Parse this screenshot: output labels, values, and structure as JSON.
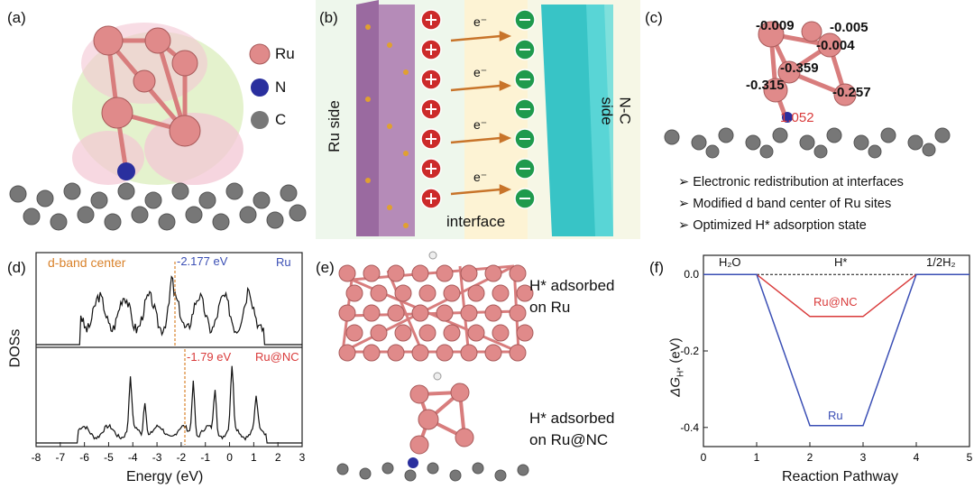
{
  "figure": {
    "panel_labels": [
      "(a)",
      "(b)",
      "(c)",
      "(d)",
      "(e)",
      "(f)"
    ],
    "colors": {
      "ru": "#e08a8a",
      "n": "#2a2f9e",
      "c": "#8a8a8a",
      "accent_orange": "#d9822b",
      "blue_line": "#3b4fb5",
      "red_line": "#d93b3b"
    }
  },
  "panel_a": {
    "legend": [
      "Ru",
      "N",
      "C"
    ]
  },
  "panel_b": {
    "left_side": "Ru side",
    "right_side": "N-C side",
    "interface": "interface",
    "electron": "e⁻",
    "plus_count": 7,
    "minus_count": 7
  },
  "panel_c": {
    "charges": [
      "-0.009",
      "-0.005",
      "-0.004",
      "-0.359",
      "-0.315",
      "-0.257"
    ],
    "n_charge": "1.052",
    "bullets": [
      "Electronic redistribution at interfaces",
      "Modified d band center of Ru sites",
      "Optimized H* adsorption state"
    ]
  },
  "panel_d": {
    "ylabel": "DOSs",
    "xlabel": "Energy (eV)",
    "xticks": [
      "-8",
      "-7",
      "-6",
      "-5",
      "-4",
      "-3",
      "-2",
      "-1",
      "0",
      "1",
      "2",
      "3"
    ],
    "dband_label": "d-band center",
    "top_value": "-2.177 eV",
    "top_name": "Ru",
    "bottom_value": "-1.79 eV",
    "bottom_name": "Ru@NC"
  },
  "panel_e": {
    "caption_top": [
      "H* adsorbed",
      "on Ru"
    ],
    "caption_bottom": [
      "H* adsorbed",
      "on Ru@NC"
    ]
  },
  "panel_f": {
    "ylabel": "ΔG",
    "ylabel_sub": "H*",
    "ylabel_unit": " (eV)",
    "xlabel": "Reaction Pathway",
    "states": [
      "H₂O",
      "H*",
      "1/2H₂"
    ],
    "series_labels": [
      "Ru@NC",
      "Ru"
    ]
  },
  "chart_data": {
    "type": "line",
    "xlabel": "Reaction Pathway",
    "ylabel": "ΔG_H* (eV)",
    "xlim": [
      0,
      5
    ],
    "ylim": [
      -0.45,
      0.05
    ],
    "xticks": [
      0,
      1,
      2,
      3,
      4,
      5
    ],
    "yticks": [
      0.0,
      -0.2,
      -0.4
    ],
    "series": [
      {
        "name": "Ru@NC",
        "color": "#d93b3b",
        "x": [
          0,
          1,
          2,
          3,
          4,
          5
        ],
        "y": [
          0,
          0,
          -0.11,
          -0.11,
          0,
          0
        ]
      },
      {
        "name": "Ru",
        "color": "#3b4fb5",
        "x": [
          0,
          1,
          2,
          3,
          4,
          5
        ],
        "y": [
          0,
          0,
          -0.395,
          -0.395,
          0,
          0
        ]
      }
    ]
  }
}
